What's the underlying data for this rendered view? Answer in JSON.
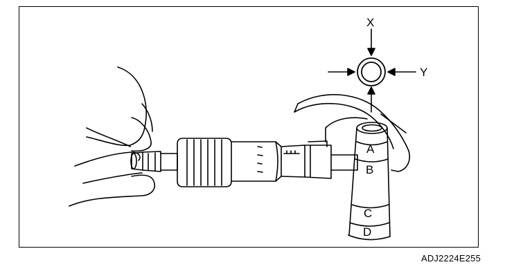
{
  "figure": {
    "caption": "ADJ2224E255",
    "labels": {
      "x": "X",
      "y": "Y",
      "a": "A",
      "b": "B",
      "c": "C",
      "d": "D"
    },
    "icons": [
      "hand",
      "micrometer",
      "pin-cross-section",
      "arrow"
    ],
    "line_color": "#000000",
    "background": "#ffffff"
  }
}
